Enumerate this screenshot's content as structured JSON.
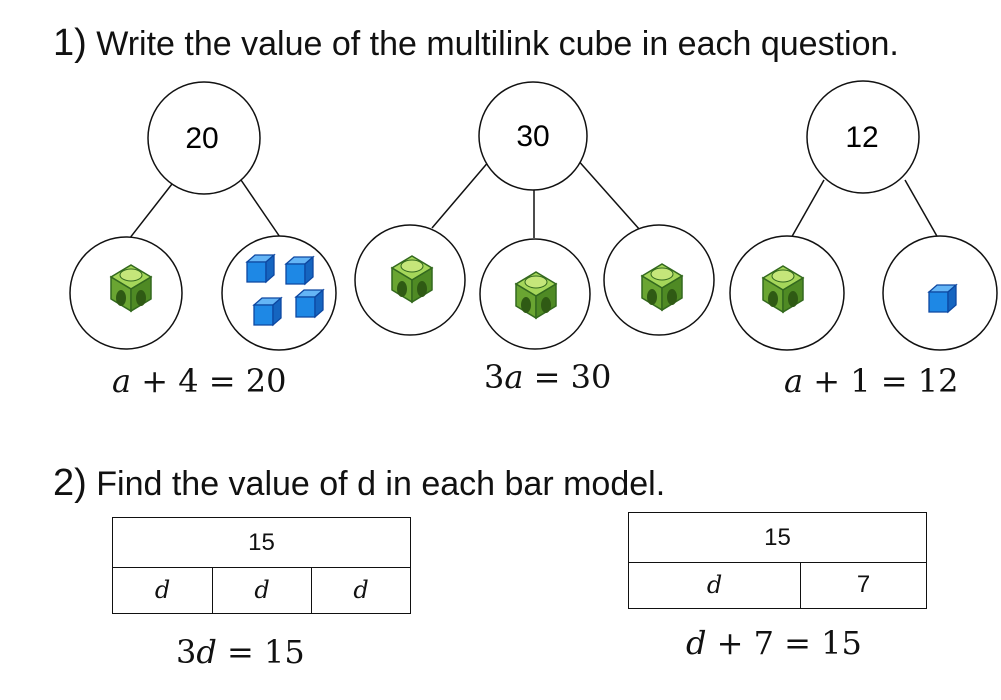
{
  "question1": {
    "number": "1)",
    "text": "Write the value of the multilink cube in each question.",
    "diagrams": [
      {
        "whole": "20",
        "equation": {
          "var": "a",
          "rest": " + 4 = 20",
          "prefix": ""
        }
      },
      {
        "whole": "30",
        "equation": {
          "prefix": "3",
          "var": "a",
          "rest": " = 30"
        }
      },
      {
        "whole": "12",
        "equation": {
          "prefix": "",
          "var": "a",
          "rest": " + 1 = 12"
        }
      }
    ]
  },
  "question2": {
    "number": "2)",
    "text": "Find the value of d in each bar model.",
    "bars": [
      {
        "total": "15",
        "parts": [
          "d",
          "d",
          "d"
        ],
        "equation": {
          "prefix": "3",
          "var": "d",
          "rest": " = 15"
        }
      },
      {
        "total": "15",
        "parts": [
          "d",
          "7"
        ],
        "equation": {
          "prefix": "",
          "var": "d",
          "rest": " + 7 = 15"
        }
      }
    ]
  },
  "colors": {
    "green_cube": "#7cb342",
    "green_dark": "#33691e",
    "blue_cube": "#1e88e5",
    "blue_dark": "#0d47a1"
  }
}
